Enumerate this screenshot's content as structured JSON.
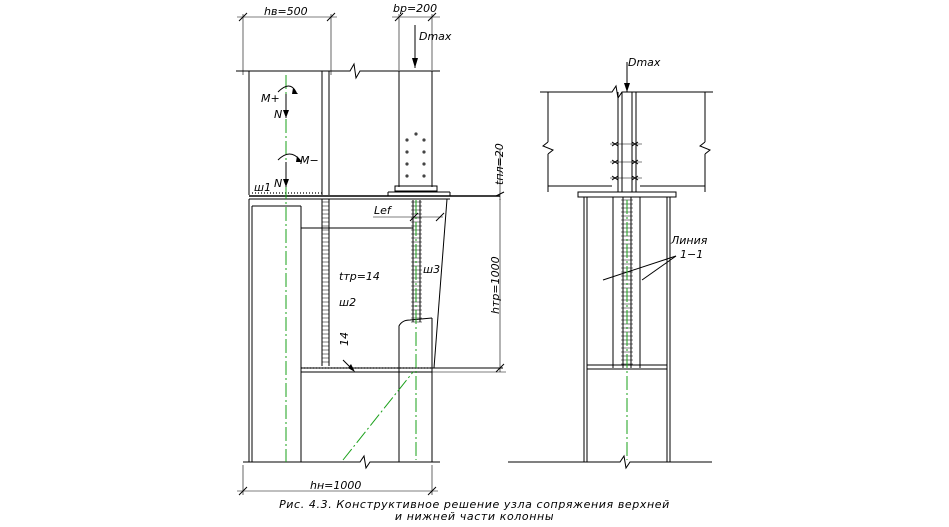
{
  "labels": {
    "hv": "hв=500",
    "bp": "bр=200",
    "dmax_left": "Dmax",
    "dmax_right": "Dmax",
    "m_plus": "M+",
    "m_minus": "M−",
    "n_upper": "N",
    "n_lower": "N",
    "sh1": "ш1",
    "sh2": "ш2",
    "sh3": "ш3",
    "lef": "Lef",
    "tpl": "tпл=20",
    "ttr": "tтр=14",
    "htr": "hтр=1000",
    "weld14": "14",
    "hn": "hн=1000",
    "line_1": "Линия",
    "line_2": "1−1"
  },
  "caption": {
    "line1": "Рис. 4.3. Конструктивное решение узла сопряжения верхней",
    "line2": "и нижней части колонны"
  },
  "colors": {
    "lines": "#000000",
    "axis": "#1aa01a"
  }
}
